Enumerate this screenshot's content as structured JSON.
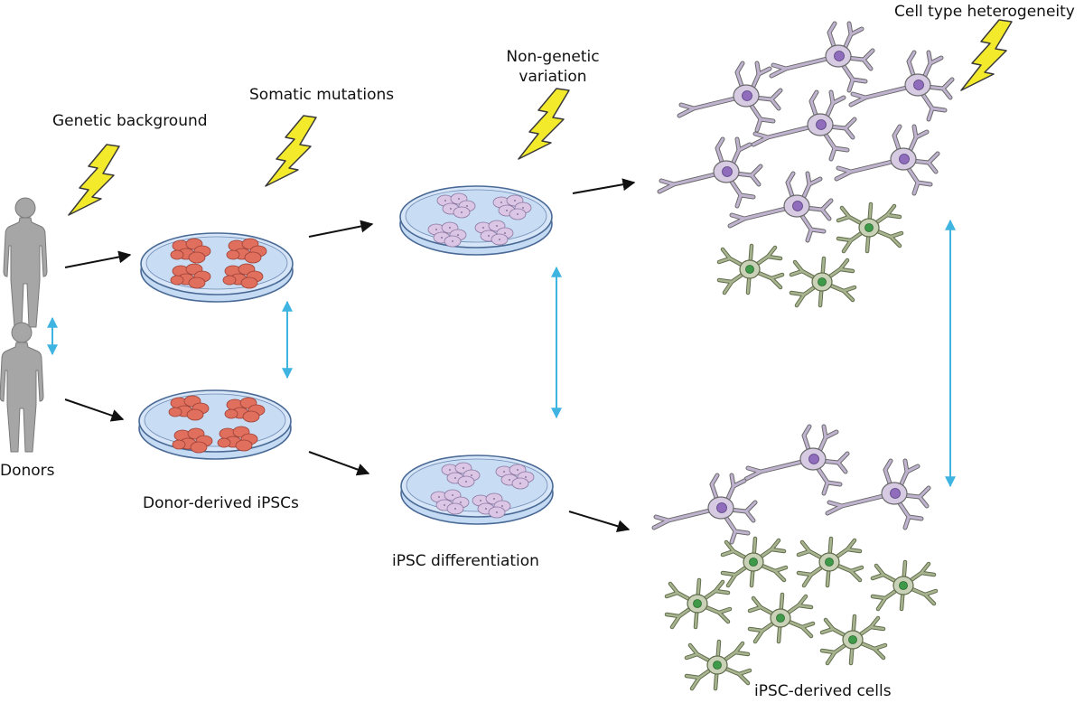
{
  "labels": {
    "genetic_background": "Genetic background",
    "somatic_mutations": "Somatic mutations",
    "non_genetic_variation_line1": "Non-genetic",
    "non_genetic_variation_line2": "variation",
    "cell_type_heterogeneity": "Cell type heterogeneity",
    "donors": "Donors",
    "donor_derived_ipscs": "Donor-derived iPSCs",
    "ipsc_differentiation": "iPSC differentiation",
    "ipsc_derived_cells": "iPSC-derived cells"
  },
  "colors": {
    "lightning": "#f3ea2c",
    "lightning_stroke": "#3a3a3a",
    "dish_fill": "#c5daf3",
    "dish_rim": "#4a6a96",
    "ipsc_colony": "#e06f5e",
    "differentiated_colony": "#dcc6e6",
    "neuron": "#bfb3cf",
    "neuron_nucleus": "#8f6cbc",
    "glia": "#a8b48f",
    "glia_nucleus": "#3e9a48",
    "double_arrow": "#3fb4e0",
    "flow_arrow": "#111111",
    "human_silhouette": "#a6a6a6"
  }
}
